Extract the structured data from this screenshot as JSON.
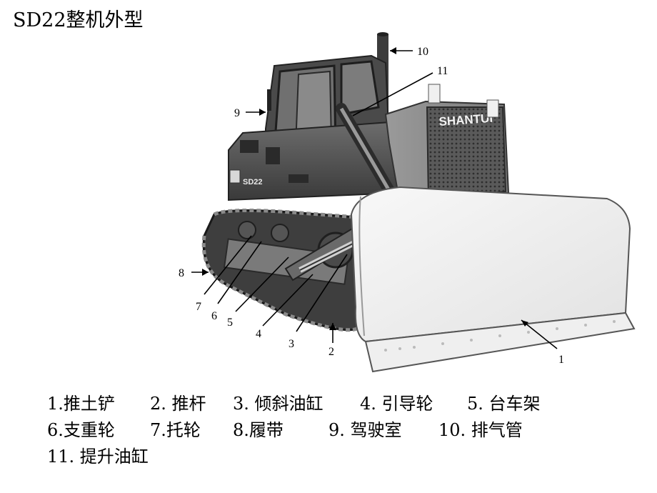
{
  "title": "SD22整机外型",
  "machine": {
    "brand_text": "SHANTUI",
    "model_text": "SD22"
  },
  "callouts": [
    "1",
    "2",
    "3",
    "4",
    "5",
    "6",
    "7",
    "8",
    "9",
    "10",
    "11"
  ],
  "legend": {
    "line1": [
      "1.推土铲",
      "2. 推杆",
      "3. 倾斜油缸",
      "4. 引导轮",
      "5. 台车架"
    ],
    "line2": [
      "6.支重轮",
      "7.托轮",
      "8.履带",
      "9. 驾驶室",
      "10. 排气管"
    ],
    "line3": [
      "11. 提升油缸"
    ]
  }
}
